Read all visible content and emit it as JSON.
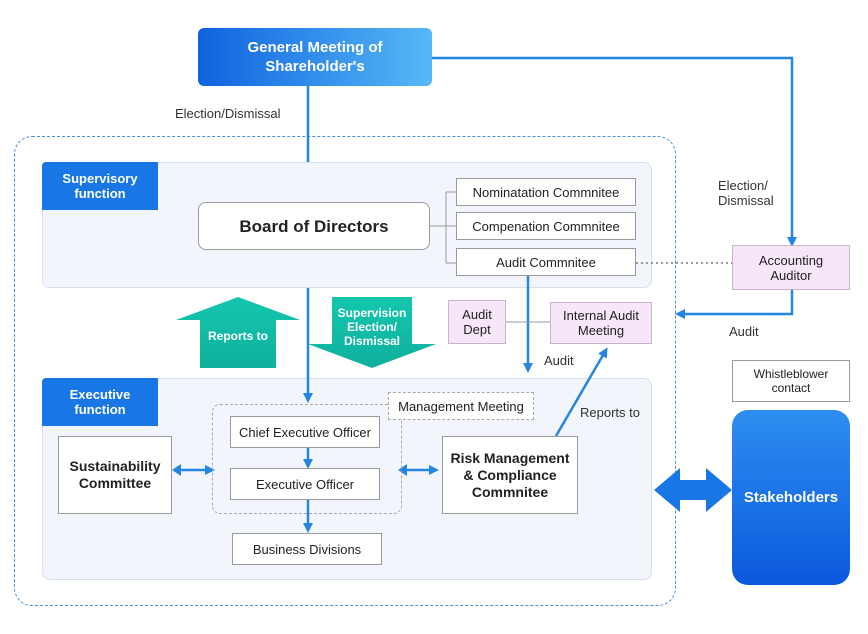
{
  "shareholders": "General Meeting of Shareholder's",
  "election_dismissal_label": "Election/Dismissal",
  "election_dismissal_right": "Election/\nDismissal",
  "supervisory_tag": "Supervisory\nfunction",
  "board": "Board of Directors",
  "committees": {
    "nomination": "Nominatation Commnitee",
    "compensation": "Compenation Commnitee",
    "audit": "Audit Commnitee"
  },
  "accounting_auditor": "Accounting\nAuditor",
  "audit_label_right": "Audit",
  "reports_to_arrow": "Reports to",
  "supervision_arrow": "Supervision\nElection/\nDismissal",
  "audit_dept": "Audit\nDept",
  "internal_audit": "Internal Audit\nMeeting",
  "audit_label_mid": "Audit",
  "whistleblower": "Whistleblower\ncontact",
  "executive_tag": "Executive\nfunction",
  "management_meeting": "Management Meeting",
  "ceo": "Chief Executive Officer",
  "executive_officer": "Executive Officer",
  "business_divisions": "Business Divisions",
  "sustainability": "Sustainability\nCommittee",
  "risk": "Risk Management\n& Compliance\nCommnitee",
  "reports_to_label": "Reports to",
  "stakeholders": "Stakeholders",
  "colors": {
    "accent_blue": "#1877e5",
    "arrow_blue": "#2486e0",
    "teal": "#10bfa8",
    "panel_bg": "#f2f5fb",
    "pink": "#f7e6f9"
  }
}
